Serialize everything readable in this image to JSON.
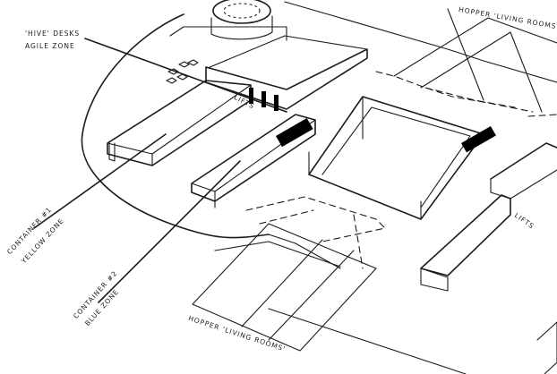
{
  "annotations": {
    "hive_title": "'HIVE' DESKS",
    "hive_sub": "AGILE ZONE",
    "hopper_top": "HOPPER 'LIVING ROOMS'",
    "hopper_bottom": "HOPPER 'LIVING ROOMS'",
    "lifts_center": "LIFTS",
    "lifts_right": "LIFTS",
    "container1_title": "CONTAINER #1",
    "container1_sub": "YELLOW ZONE",
    "container2_title": "CONTAINER #2",
    "container2_sub": "BLUE ZONE"
  }
}
